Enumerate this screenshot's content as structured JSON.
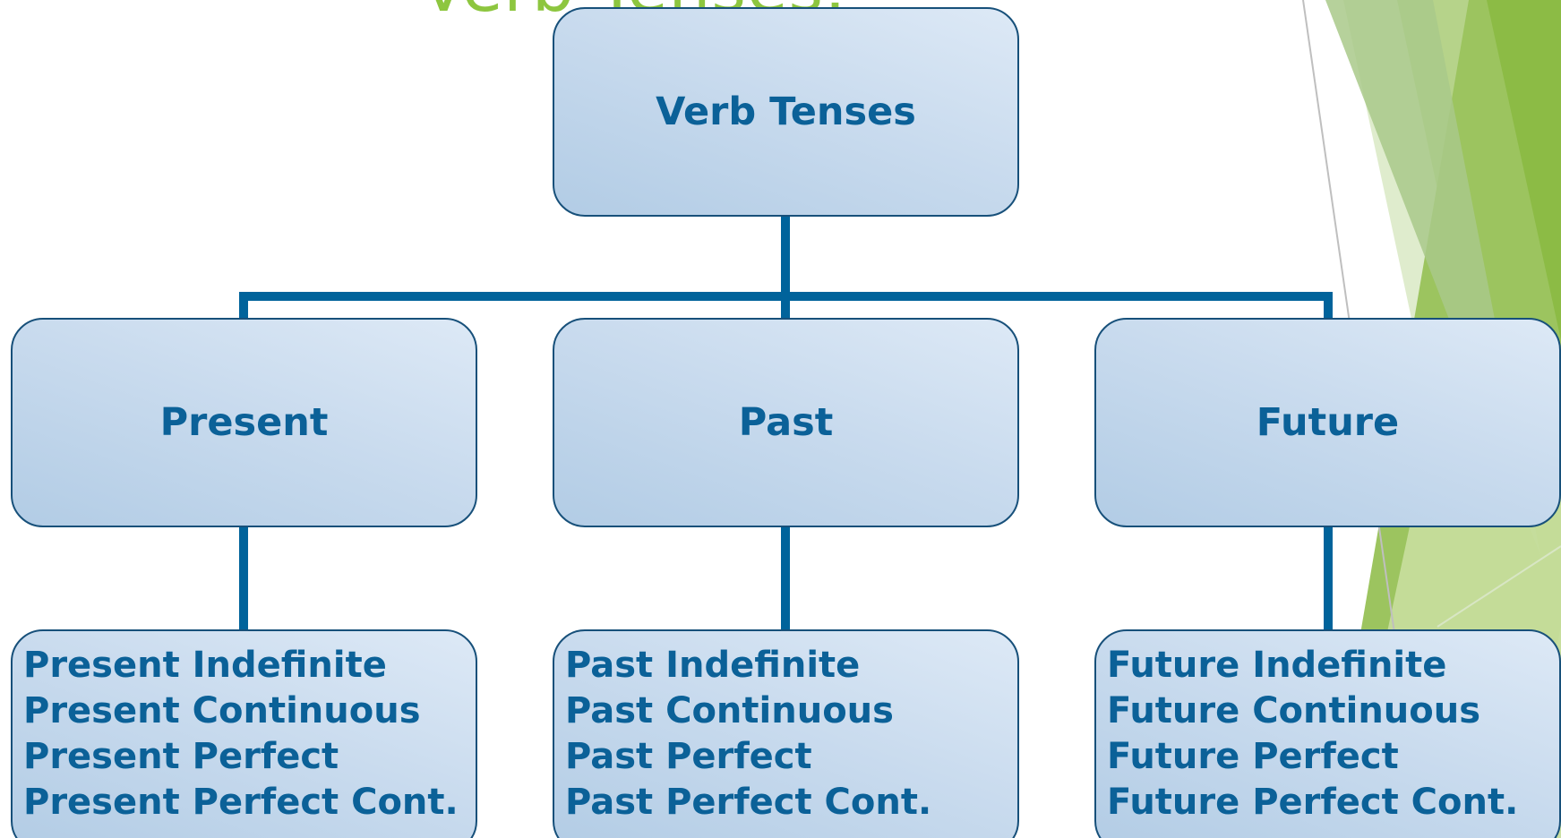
{
  "slide": {
    "title_fragment": "Verb Tenses:",
    "accent_colors": {
      "green_dark": "#8dc63f",
      "green_light": "#d9e8b8",
      "connector": "#00639b",
      "box_text": "#0b6198"
    }
  },
  "diagram": {
    "root": {
      "label": "Verb Tenses"
    },
    "branches": [
      {
        "label": "Present",
        "tenses": [
          "Present Indefinite",
          "Present Continuous",
          "Present Perfect",
          "Present Perfect Cont."
        ]
      },
      {
        "label": "Past",
        "tenses": [
          "Past Indefinite",
          "Past Continuous",
          "Past Perfect",
          "Past Perfect Cont."
        ]
      },
      {
        "label": "Future",
        "tenses": [
          "Future Indefinite",
          "Future Continuous",
          "Future Perfect",
          "Future Perfect Cont."
        ]
      }
    ]
  }
}
